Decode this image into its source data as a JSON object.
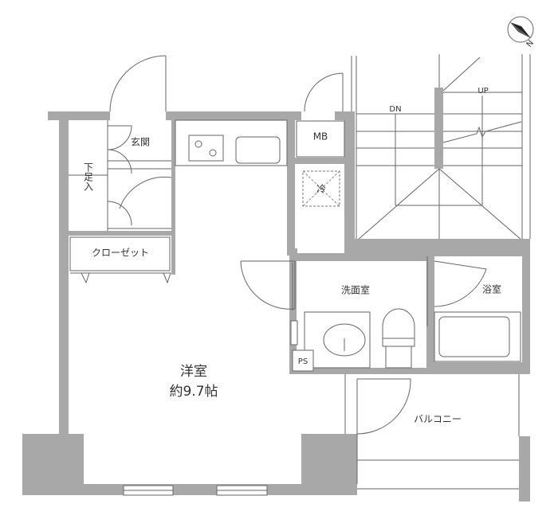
{
  "plan": {
    "rooms": {
      "entrance": "玄関",
      "shoe_storage": "下足入",
      "closet": "クローゼット",
      "meter_box": "MB",
      "fridge": "冷",
      "washroom": "洗面室",
      "bathroom": "浴室",
      "pipe_space": "PS",
      "western_room": "洋室",
      "western_room_size": "約9.7帖",
      "balcony": "バルコニー"
    },
    "stairs": {
      "down": "DN",
      "up": "UP"
    },
    "compass": {
      "north": "N"
    },
    "colors": {
      "wall": "#a8a8a8",
      "line": "#666666"
    }
  }
}
